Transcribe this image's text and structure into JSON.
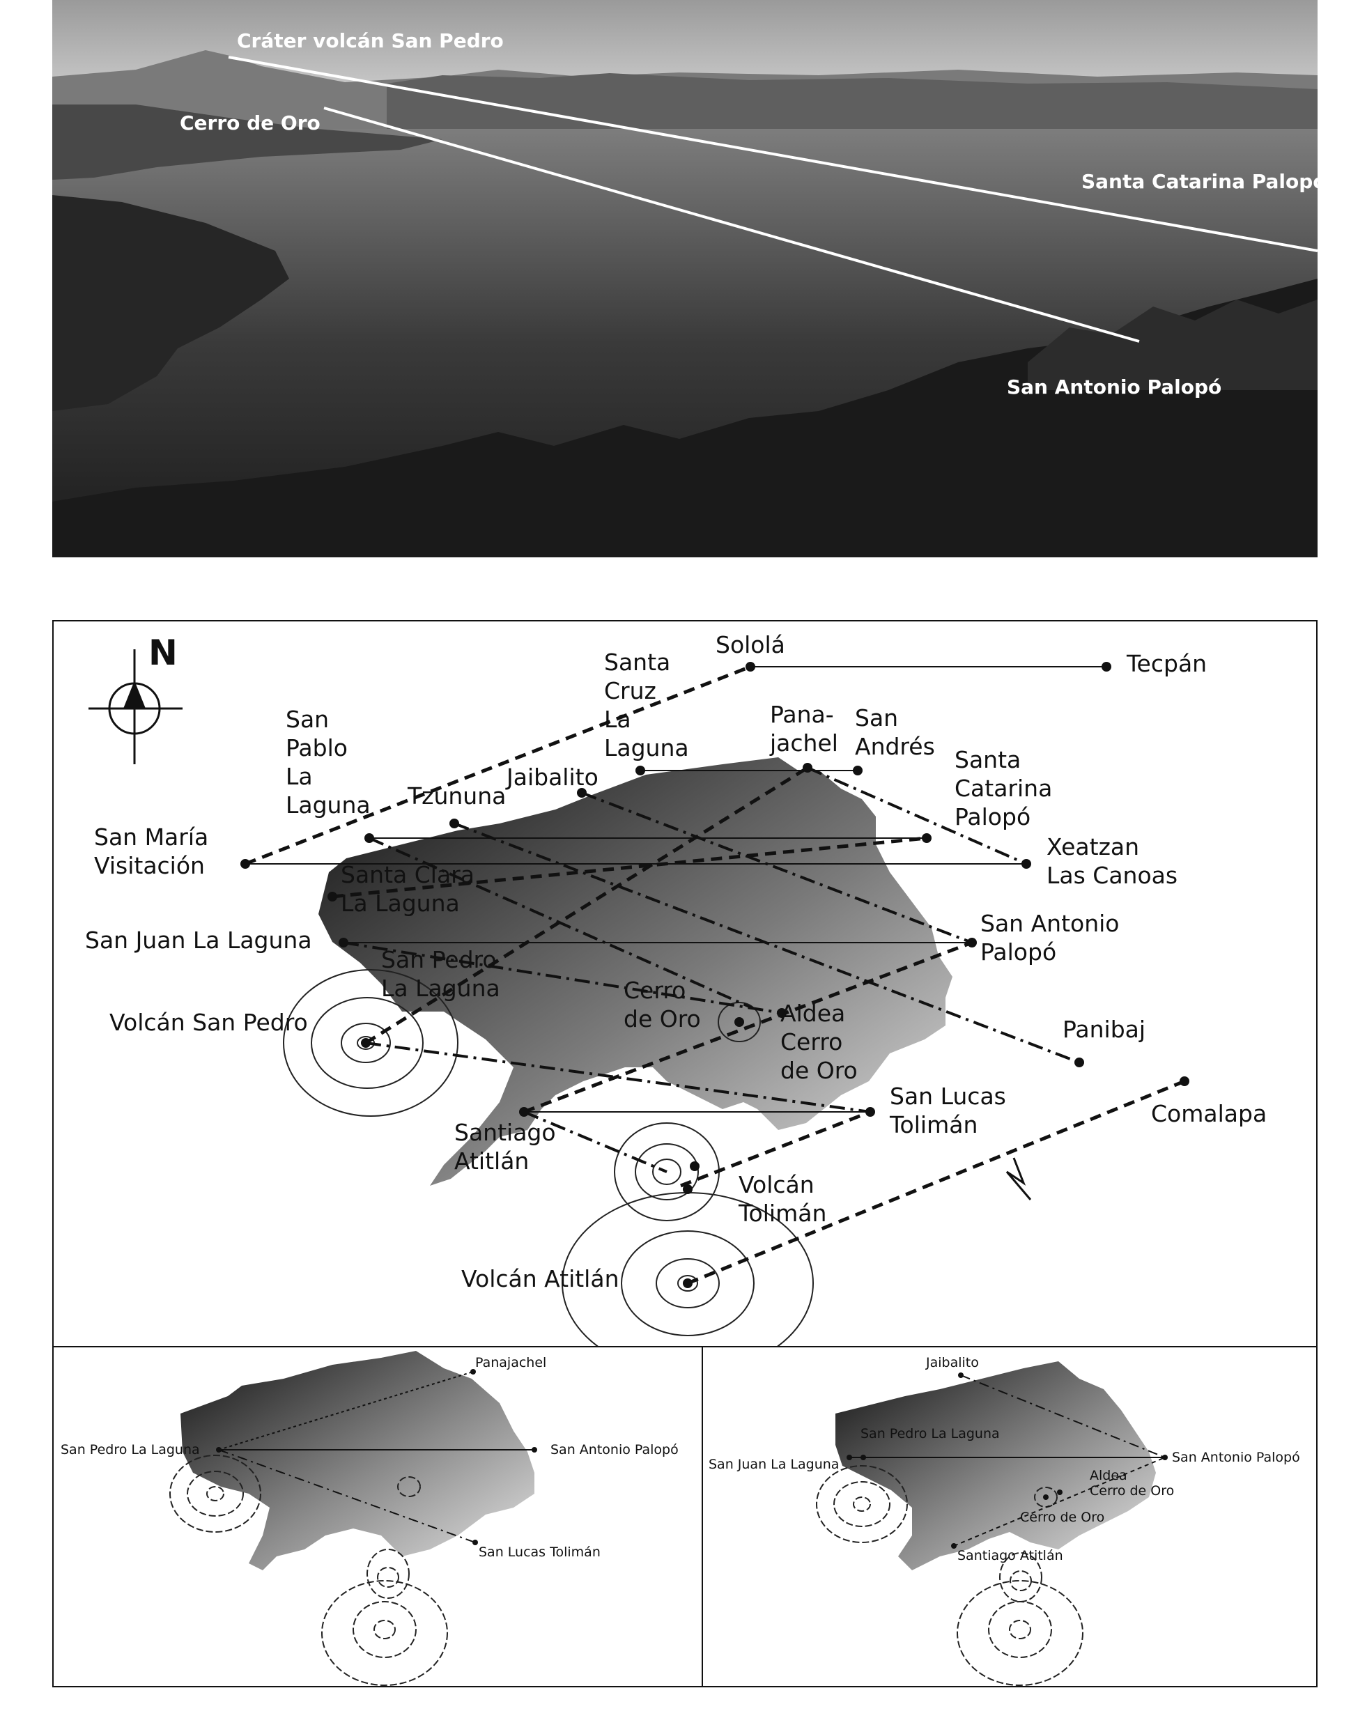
{
  "photo": {
    "labels": {
      "crater": "Cráter volcán San Pedro",
      "cerro": "Cerro de Oro",
      "santa_catarina": "Santa Catarina Palopó",
      "san_antonio": "San Antonio Palopó"
    }
  },
  "map": {
    "north": "N",
    "labels": {
      "solola": "Sololá",
      "tecpan": "Tecpán",
      "santa_cruz": [
        "Santa",
        "Cruz",
        "La",
        "Laguna"
      ],
      "panajachel": [
        "Pana-",
        "jachel"
      ],
      "san_andres": [
        "San",
        "Andrés"
      ],
      "san_pablo": [
        "San",
        "Pablo",
        "La",
        "Laguna"
      ],
      "jaibalito": "Jaibalito",
      "tzununa": "Tzununa",
      "santa_catarina": [
        "Santa",
        "Catarina",
        "Palopó"
      ],
      "xeatzan": [
        "Xeatzan",
        "Las Canoas"
      ],
      "san_maria": [
        "San María",
        "Visitación"
      ],
      "santa_clara": [
        "Santa Clara",
        "La Laguna"
      ],
      "san_juan": "San Juan La Laguna",
      "san_antonio": [
        "San Antonio",
        "Palopó"
      ],
      "san_pedro": [
        "San Pedro",
        "La Laguna"
      ],
      "volcan_san_pedro": "Volcán San Pedro",
      "cerro_de_oro": [
        "Cerro",
        "de Oro"
      ],
      "aldea": [
        "Aldea",
        "Cerro",
        "de Oro"
      ],
      "panibaj": "Panibaj",
      "san_lucas": [
        "San Lucas",
        "Tolimán"
      ],
      "comalapa": "Comalapa",
      "santiago": [
        "Santiago",
        "Atitlán"
      ],
      "volcan_toliman": [
        "Volcán",
        "Tolimán"
      ],
      "volcan_atitlan": "Volcán Atitlán"
    }
  },
  "inset_left": {
    "labels": {
      "panajachel": "Panajachel",
      "san_pedro": "San Pedro La Laguna",
      "san_antonio": "San Antonio Palopó",
      "san_lucas": "San Lucas Tolimán"
    }
  },
  "inset_right": {
    "labels": {
      "jaibalito": "Jaibalito",
      "san_pedro": "San Pedro La Laguna",
      "san_juan": "San Juan La Laguna",
      "san_antonio": "San Antonio Palopó",
      "aldea": "Aldea",
      "aldea_cerro": "Cerro de Oro",
      "cerro_de_oro": "Cerro de Oro",
      "santiago": "Santiago Atitlán"
    }
  }
}
